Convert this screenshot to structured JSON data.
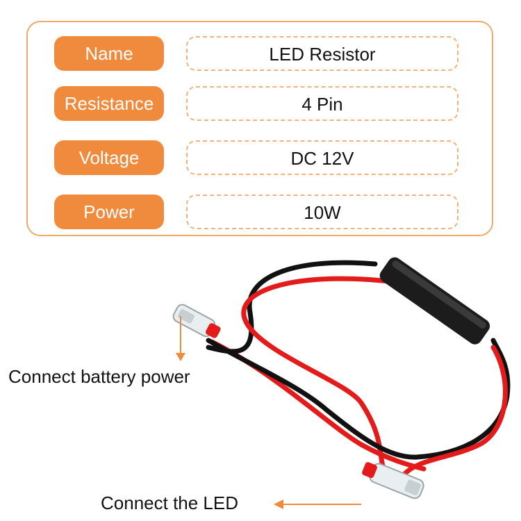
{
  "specs": [
    {
      "label": "Name",
      "value": "LED Resistor"
    },
    {
      "label": "Resistance",
      "value": "4 Pin"
    },
    {
      "label": "Voltage",
      "value": "DC 12V"
    },
    {
      "label": "Power",
      "value": "10W"
    }
  ],
  "captions": {
    "battery": "Connect battery power",
    "led": "Connect the LED"
  },
  "colors": {
    "accent": "#f08a3c",
    "wire_red": "#e31b1b",
    "wire_black": "#111111"
  }
}
